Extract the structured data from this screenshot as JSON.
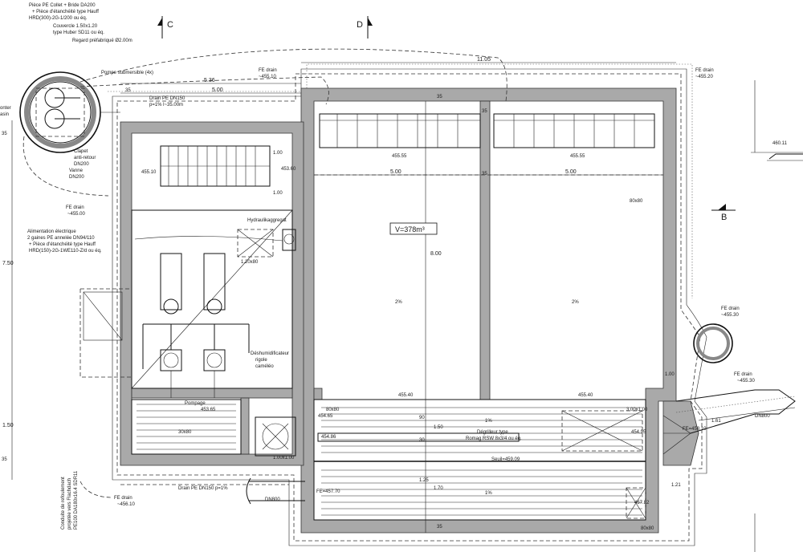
{
  "sections": {
    "c": "C",
    "d": "D",
    "b": "B"
  },
  "manhole": {
    "flange": "Pièce PE Collet + Bride DA200",
    "seal1": "+ Pièce d'étanchéité type Hauff",
    "seal1_ref": "HRD(300)-2G-1/200 ou éq.",
    "cover": "Couvercle 1.50x1.20",
    "cover_type": "type Huber SD11 ou éq.",
    "chamber": "Regard préfabriqué Ø2.00m",
    "pump": "Pompe submersible (4x)",
    "valve_check": "Clapet",
    "valve_check2": "anti-retour",
    "valve_check_dn": "DN200",
    "valve": "Vanne",
    "valve_dn": "DN200",
    "left_cut1": "onter",
    "left_cut2": "asin"
  },
  "power": {
    "l1": "Alimentation électrique",
    "l2": "2 gaines PE annelée DN94/110",
    "l3": "+ Pièce d'étanchéité type Hauff",
    "l4": "HRD(150)-2G-1WE110-Z/d ou éq."
  },
  "drain": {
    "fe_drain": "FE drain",
    "lvl_45510": "~455.10",
    "lvl_45520": "~455.20",
    "lvl_45500": "~455.00",
    "lvl_45530": "~455.30",
    "lvl_45530b": "~455.30",
    "lvl_45610": "~456.10",
    "pe_drain": "Drain PE DN150",
    "pe_drain_slope": "p=1% l~35.00m",
    "pe_drain_bottom": "Drain PE DN150 p=1%",
    "fe_45810": "FE=458.10",
    "fe_45770": "FE=457.70"
  },
  "dims": {
    "d1105": "11.05",
    "d536": "5.36",
    "d500a": "5.00",
    "d500b": "5.00",
    "d500c": "5.00",
    "d35a": "35",
    "d35b": "35",
    "d35c": "35",
    "d35d": "35",
    "d35e": "35",
    "d35f": "35",
    "d35g": "35",
    "d100a": "1.00",
    "d100b": "1.00",
    "d100c": "1.00",
    "d750": "7.50",
    "d150": "1.50",
    "d800": "8.00",
    "d90": "90",
    "d150b": "1.50",
    "d30": "30",
    "d170": "1.70",
    "d125": "1.25",
    "d121": "1.21",
    "d161": "1.61",
    "d45510": "455.10",
    "d45360": "453.60",
    "d46011": "460.11"
  },
  "levels": {
    "l45555a": "455.55",
    "l45555b": "455.55",
    "l45540a": "455.40",
    "l45540b": "455.40",
    "l45365": "453.65",
    "l45465": "454.65",
    "l45486": "454.86",
    "l45495": "454.95",
    "l45782": "457.82",
    "seuil": "Seuil=459.09"
  },
  "rooms": {
    "volume": "V=378m³",
    "hydraulic": "Hydraulikaggregat",
    "dehum1": "Déshumidificateur",
    "dehum2": "rigole",
    "dehum3": "caméléo",
    "pumping": "Pompage",
    "degrilleur": "Dégrilleur type",
    "degrilleur2": "Romag RSW 8x3/4 ou éq.",
    "s120x80": "1.20x80",
    "s80x80a": "80x80",
    "s80x80b": "80x80",
    "s80x80c": "80x80",
    "s30x80": "30x80",
    "s100x100": "1.00x1.00",
    "s300x100": "3.00x1.00",
    "pct2a": "2%",
    "pct2b": "2%",
    "pct1a": "1%",
    "pct1b": "1%",
    "dn800a": "DN800",
    "dn800b": "DN800"
  },
  "outflow": {
    "l1": "Conduite de refoulement",
    "l2": "projetée vers Flachdach",
    "l3": "PE100 DA180x16.4 SDR11"
  }
}
